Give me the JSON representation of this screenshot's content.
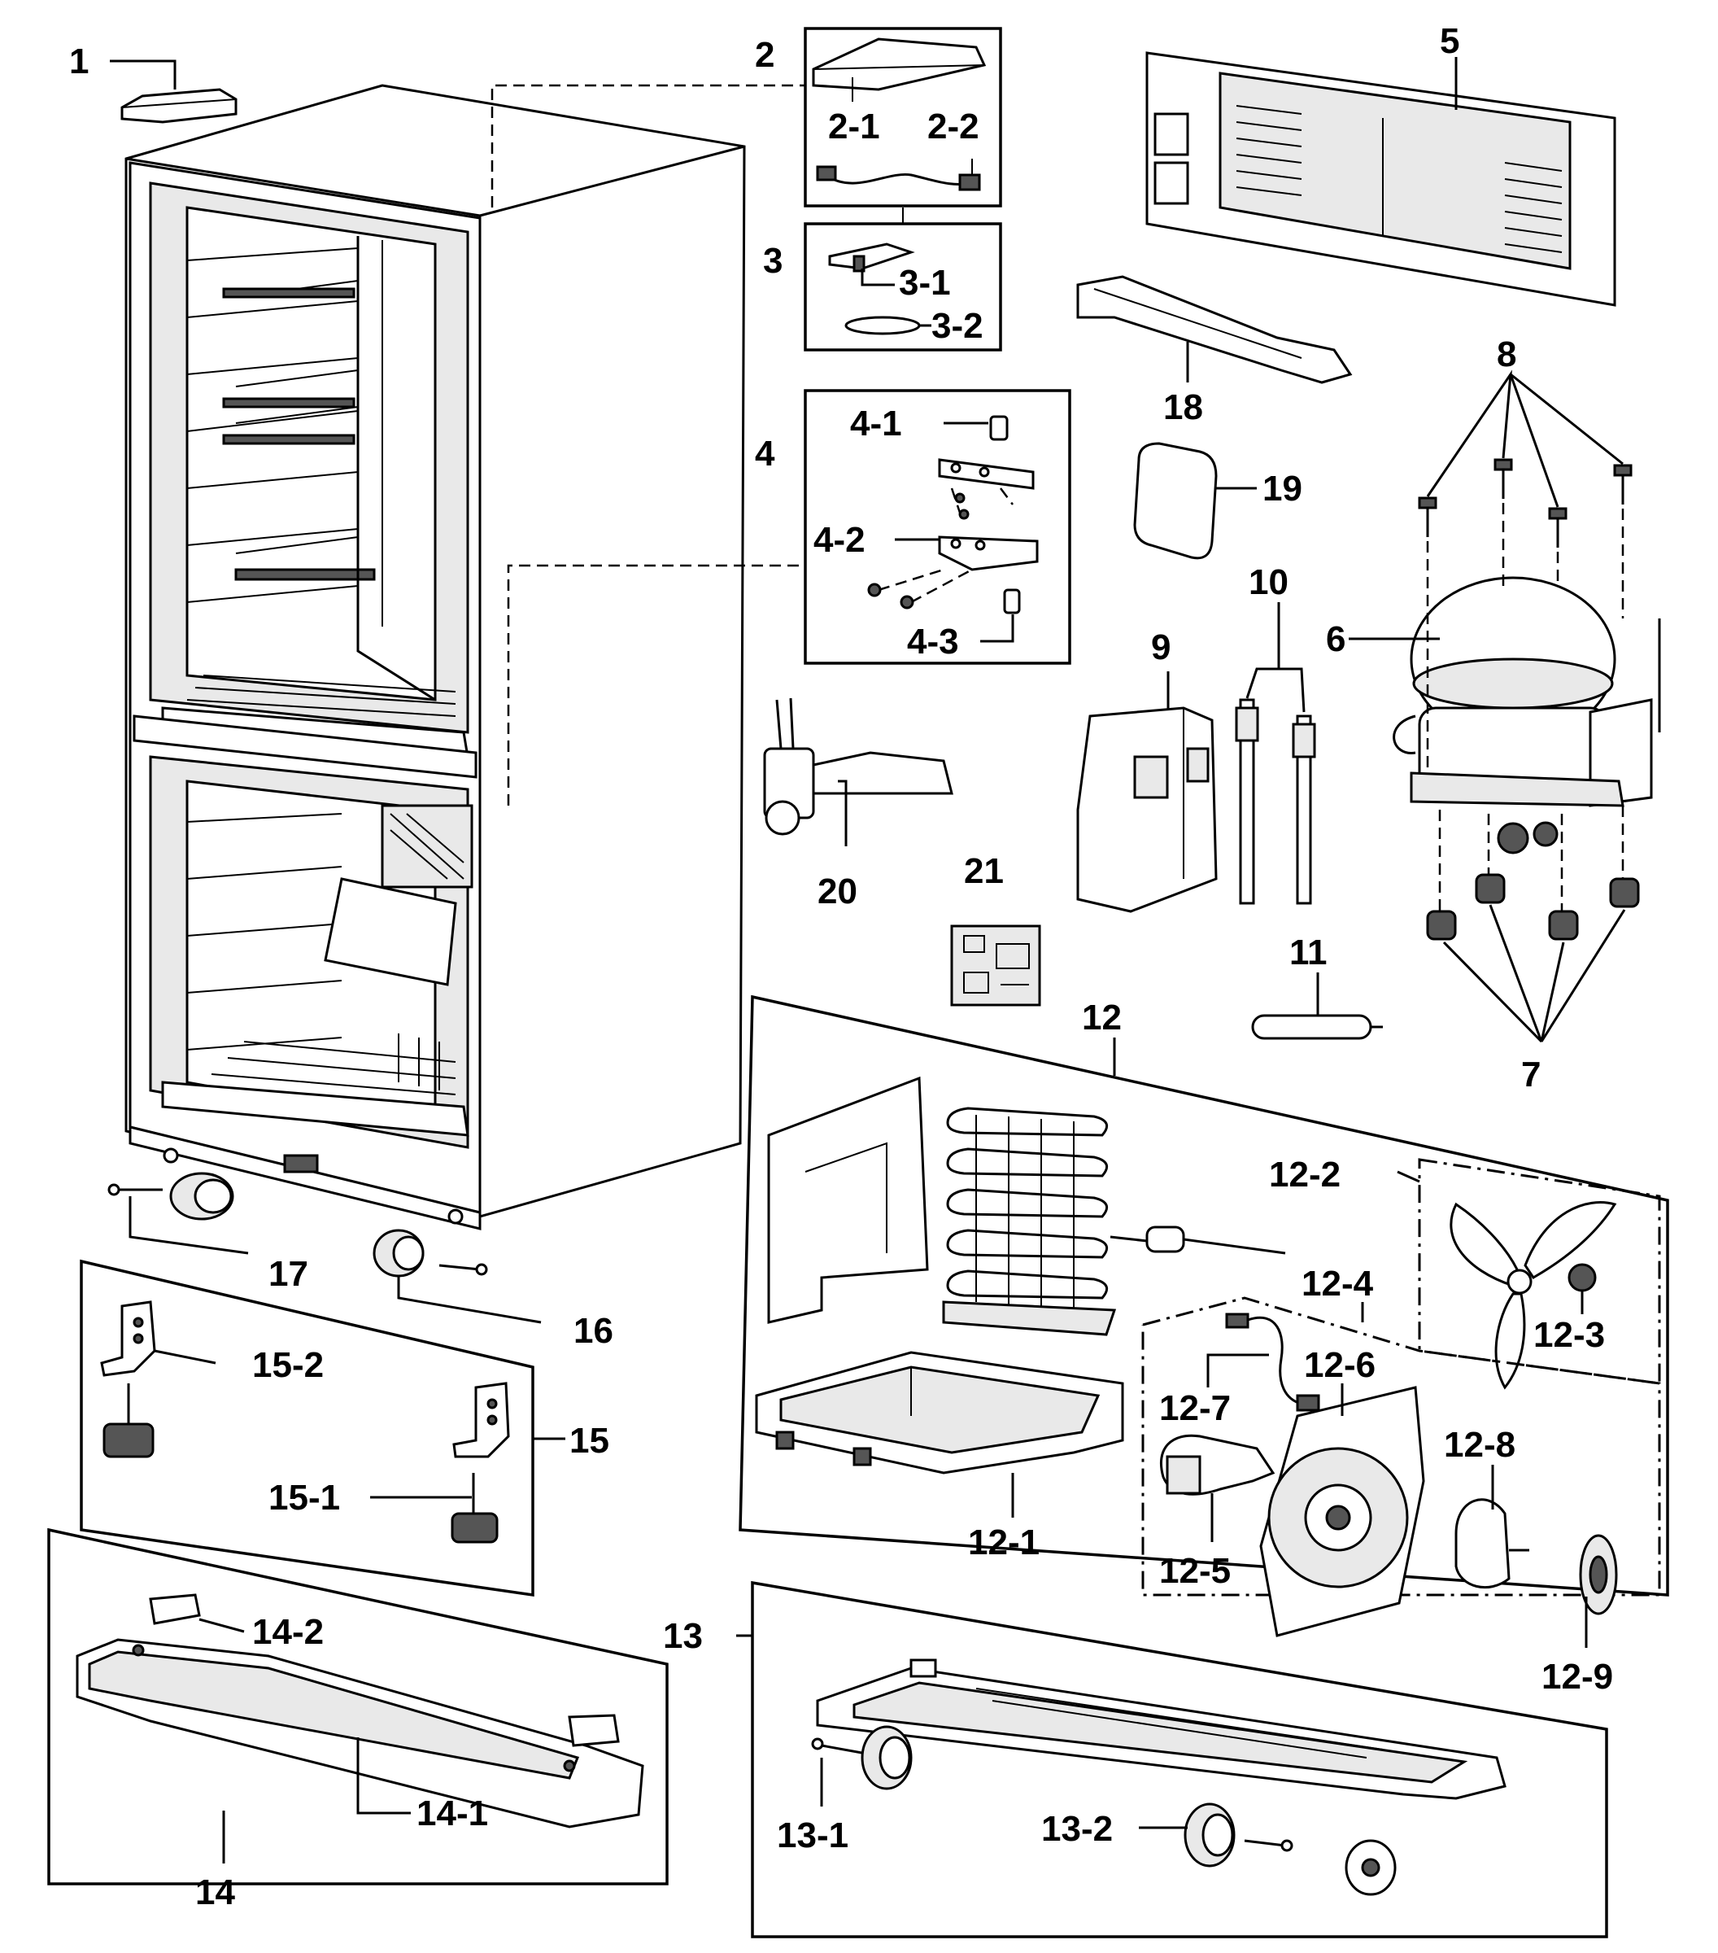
{
  "callouts": {
    "c1": "1",
    "c2": "2",
    "c2_1": "2-1",
    "c2_2": "2-2",
    "c3": "3",
    "c3_1": "3-1",
    "c3_2": "3-2",
    "c4": "4",
    "c4_1": "4-1",
    "c4_2": "4-2",
    "c4_3": "4-3",
    "c5": "5",
    "c6": "6",
    "c7": "7",
    "c8": "8",
    "c9": "9",
    "c10": "10",
    "c11": "11",
    "c12": "12",
    "c12_1": "12-1",
    "c12_2": "12-2",
    "c12_3": "12-3",
    "c12_4": "12-4",
    "c12_5": "12-5",
    "c12_6": "12-6",
    "c12_7": "12-7",
    "c12_8": "12-8",
    "c12_9": "12-9",
    "c13": "13",
    "c13_1": "13-1",
    "c13_2": "13-2",
    "c14": "14",
    "c14_1": "14-1",
    "c14_2": "14-2",
    "c15": "15",
    "c15_1": "15-1",
    "c15_2": "15-2",
    "c16": "16",
    "c17": "17",
    "c18": "18",
    "c19": "19",
    "c20": "20",
    "c21": "21"
  }
}
